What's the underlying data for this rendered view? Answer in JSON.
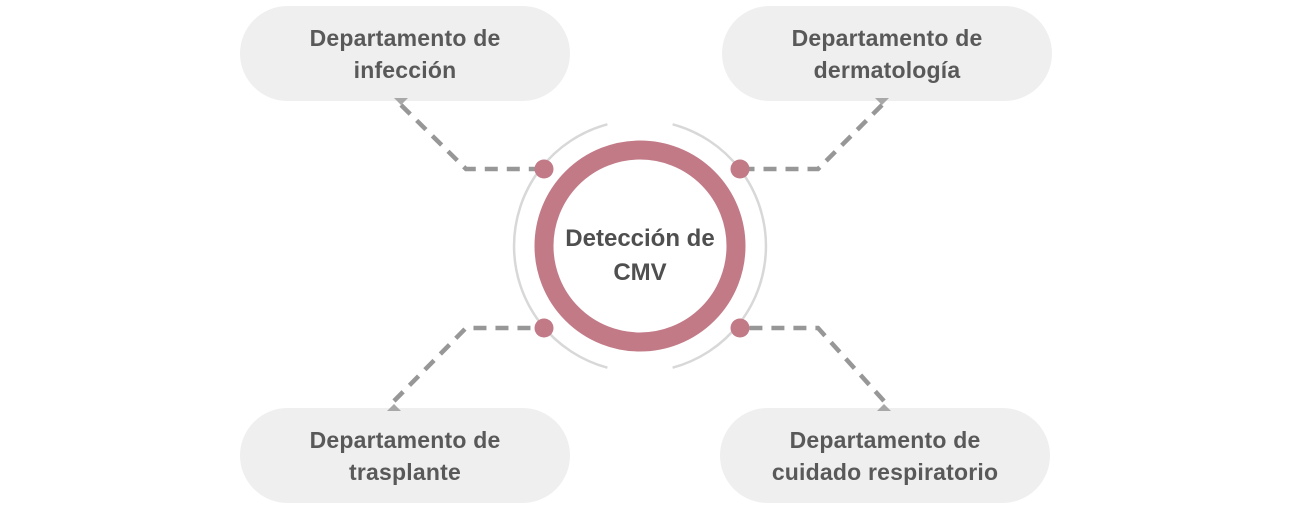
{
  "diagram": {
    "center": {
      "line1": "Detección de",
      "line2": "CMV"
    },
    "nodes": [
      {
        "id": "infeccion",
        "position": "top-left",
        "line1": "Departamento de",
        "line2": "infección"
      },
      {
        "id": "dermatologia",
        "position": "top-right",
        "line1": "Departamento de",
        "line2": "dermatología"
      },
      {
        "id": "trasplante",
        "position": "bottom-left",
        "line1": "Departamento de",
        "line2": "trasplante"
      },
      {
        "id": "cuidado-respiratorio",
        "position": "bottom-right",
        "line1": "Departamento de",
        "line2": "cuidado respiratorio"
      }
    ]
  },
  "colors": {
    "accent": "#c27a87",
    "arc": "#d8d8d8",
    "dash": "#979797",
    "arrow": "#a8a8a8",
    "pillBg": "#efefef",
    "pillText": "#595959",
    "centerText": "#4f4f4f",
    "bg": "#ffffff"
  }
}
